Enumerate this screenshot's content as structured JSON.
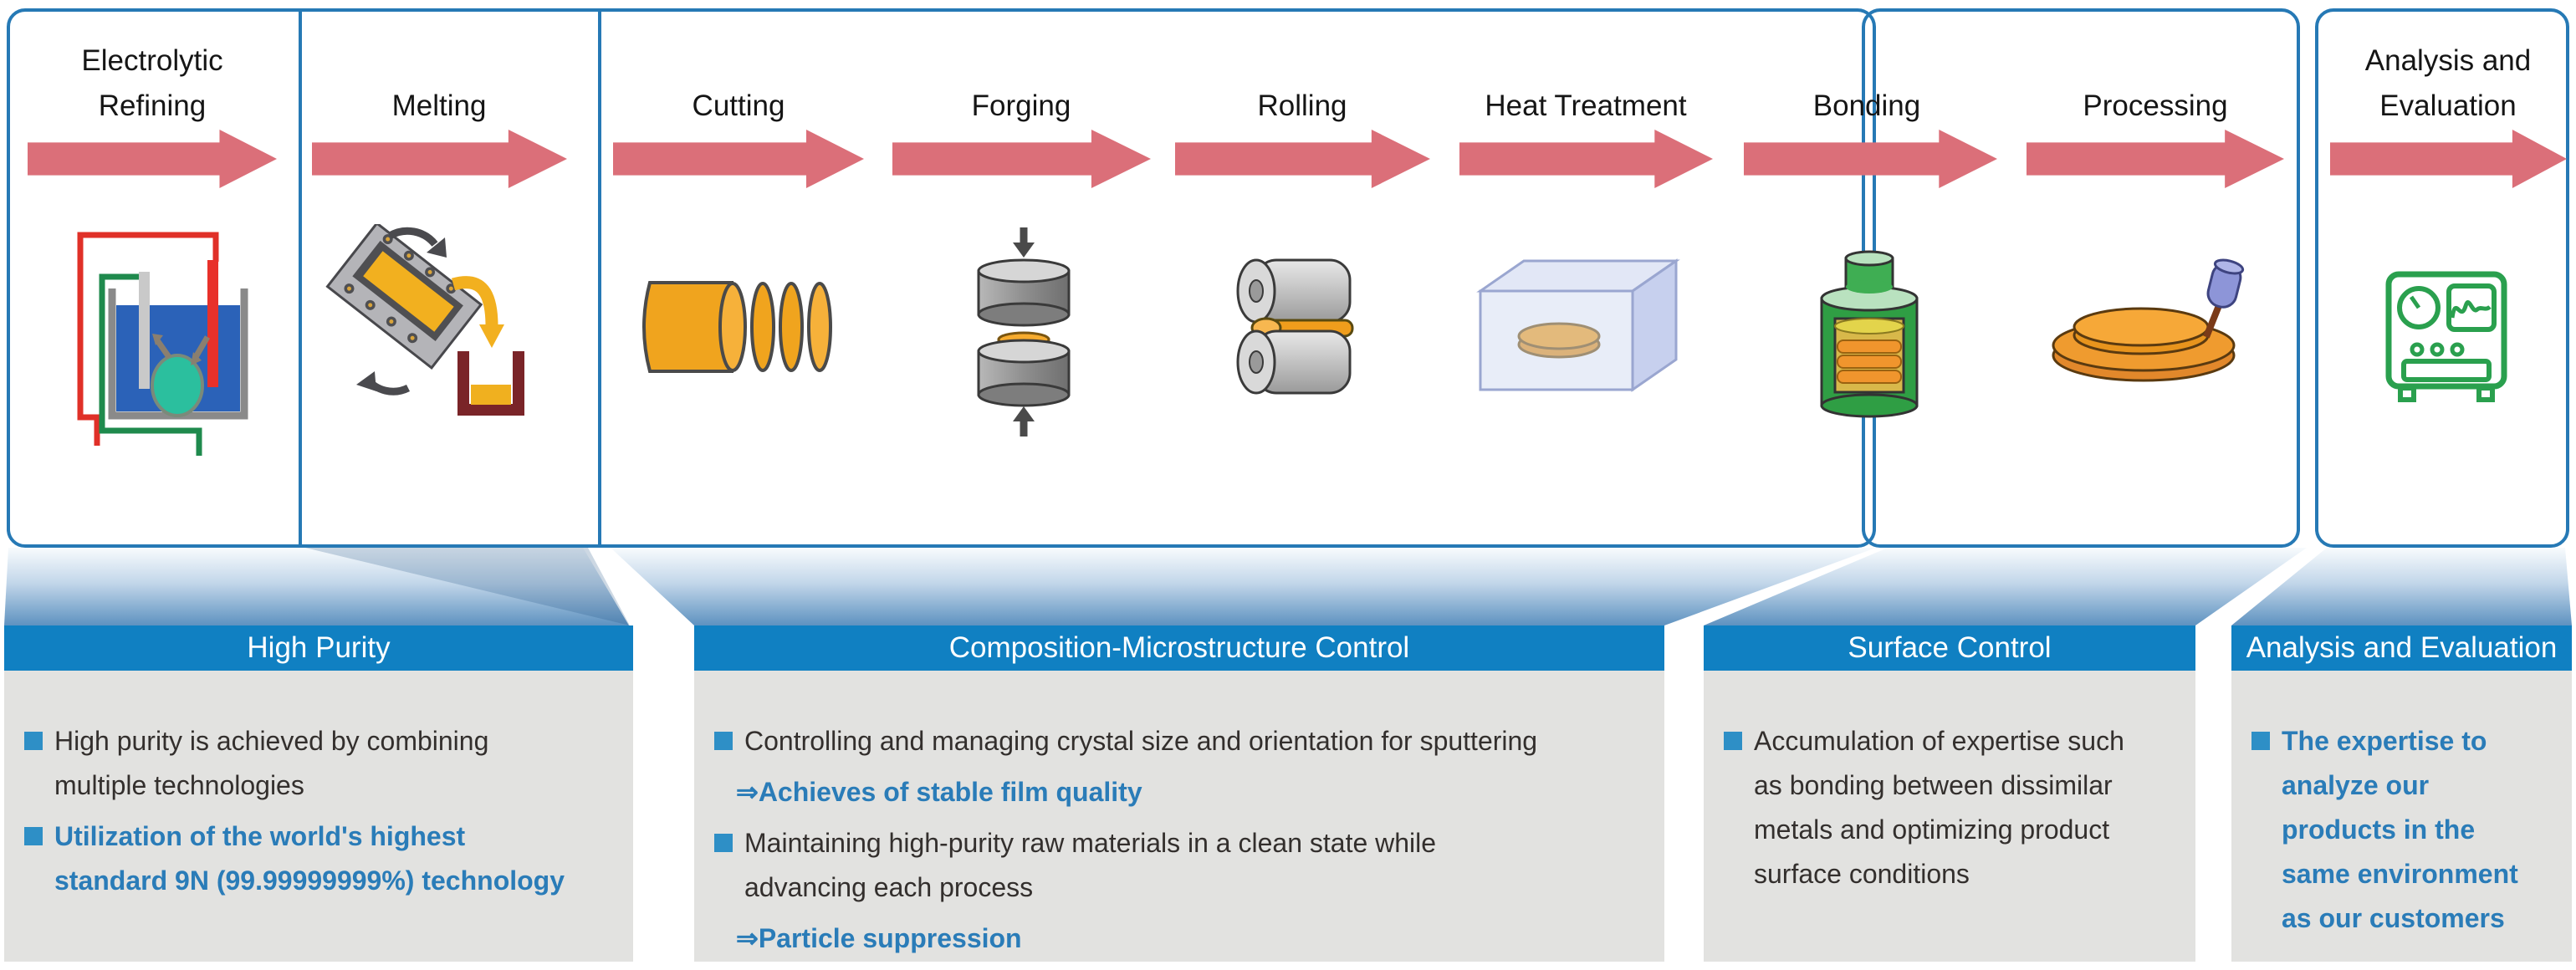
{
  "flow": {
    "stages": [
      {
        "label": "Electrolytic\nRefining",
        "icon": "electrolysis-cell-icon"
      },
      {
        "label": "Melting",
        "icon": "melting-furnace-icon"
      },
      {
        "label": "Cutting",
        "icon": "cut-ingot-icon"
      },
      {
        "label": "Forging",
        "icon": "forging-press-icon"
      },
      {
        "label": "Rolling",
        "icon": "rolling-mill-icon"
      },
      {
        "label": "Heat Treatment",
        "icon": "heat-treatment-chamber-icon"
      },
      {
        "label": "Bonding",
        "icon": "bonding-target-icon"
      },
      {
        "label": "Processing",
        "icon": "machining-disc-icon"
      },
      {
        "label": "Analysis and\nEvaluation",
        "icon": "analysis-instrument-icon"
      }
    ]
  },
  "panels": [
    {
      "title": "High Purity",
      "items": [
        {
          "type": "bullet",
          "emphasis": "normal",
          "text": "High purity is achieved by combining\nmultiple technologies"
        },
        {
          "type": "bullet",
          "emphasis": "blue-bold",
          "text": "Utilization of the world's highest\nstandard 9N (99.99999999%) technology"
        }
      ]
    },
    {
      "title": "Composition-Microstructure Control",
      "items": [
        {
          "type": "bullet",
          "emphasis": "normal",
          "text": "Controlling and managing crystal size and orientation for sputtering"
        },
        {
          "type": "result-arrow",
          "emphasis": "blue-bold",
          "text": "⇒Achieves of stable film quality"
        },
        {
          "type": "bullet",
          "emphasis": "normal",
          "text": "Maintaining high-purity raw materials in a clean state while\nadvancing each process"
        },
        {
          "type": "result-arrow",
          "emphasis": "blue-bold",
          "text": "⇒Particle suppression"
        }
      ]
    },
    {
      "title": "Surface Control",
      "items": [
        {
          "type": "bullet",
          "emphasis": "normal",
          "text": "Accumulation of expertise such\nas bonding between dissimilar\nmetals and optimizing product\nsurface conditions"
        }
      ]
    },
    {
      "title": "Analysis and Evaluation",
      "items": [
        {
          "type": "bullet",
          "emphasis": "blue-bold",
          "text": "The expertise to\nanalyze our\nproducts in the\nsame environment\nas our customers"
        }
      ]
    }
  ],
  "colors": {
    "box_border": "#2679b5",
    "flow_arrow": "#db6f79",
    "panel_header_bg": "#1080c2",
    "panel_body_bg": "#e2e2e0",
    "accent_text": "#2a7cb8",
    "dark_text": "#332f2d",
    "bullet_square": "#2e8fc6",
    "funnel_gradient_top": "#f8fbfd",
    "funnel_gradient_bottom": "#5e92c0"
  }
}
